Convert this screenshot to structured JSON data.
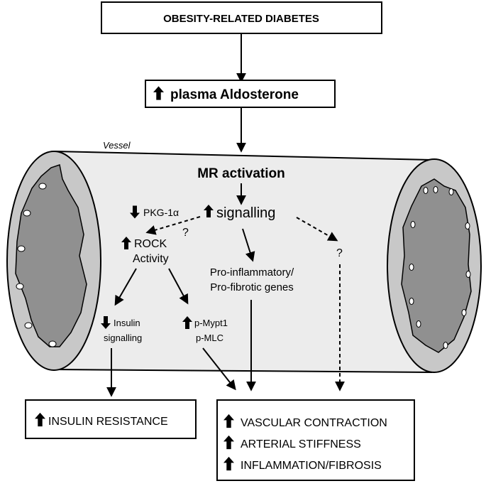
{
  "title": "OBESITY-RELATED DIABETES",
  "aldosterone": "plasma Aldosterone",
  "vessel_label": "Vessel",
  "mr_activation": "MR activation",
  "signalling": "signalling",
  "pkg": "PKG-1α",
  "rock_line1": "ROCK",
  "rock_line2": "Activity",
  "question": "?",
  "proinflam_line1": "Pro-inflammatory/",
  "proinflam_line2": "Pro-fibrotic genes",
  "insulin_line1": "Insulin",
  "insulin_line2": "signalling",
  "pmypt_line1": "p-Mypt1",
  "pmypt_line2": "p-MLC",
  "outcome_left": "INSULIN RESISTANCE",
  "outcomes_right": [
    "VASCULAR CONTRACTION",
    "ARTERIAL STIFFNESS",
    "INFLAMMATION/FIBROSIS"
  ],
  "colors": {
    "vessel_body": "#ececec",
    "vessel_ring": "#c8c8c8",
    "lumen": "#909090",
    "stroke": "#000000"
  },
  "icons": [
    "arrow-up-icon",
    "arrow-down-icon"
  ]
}
